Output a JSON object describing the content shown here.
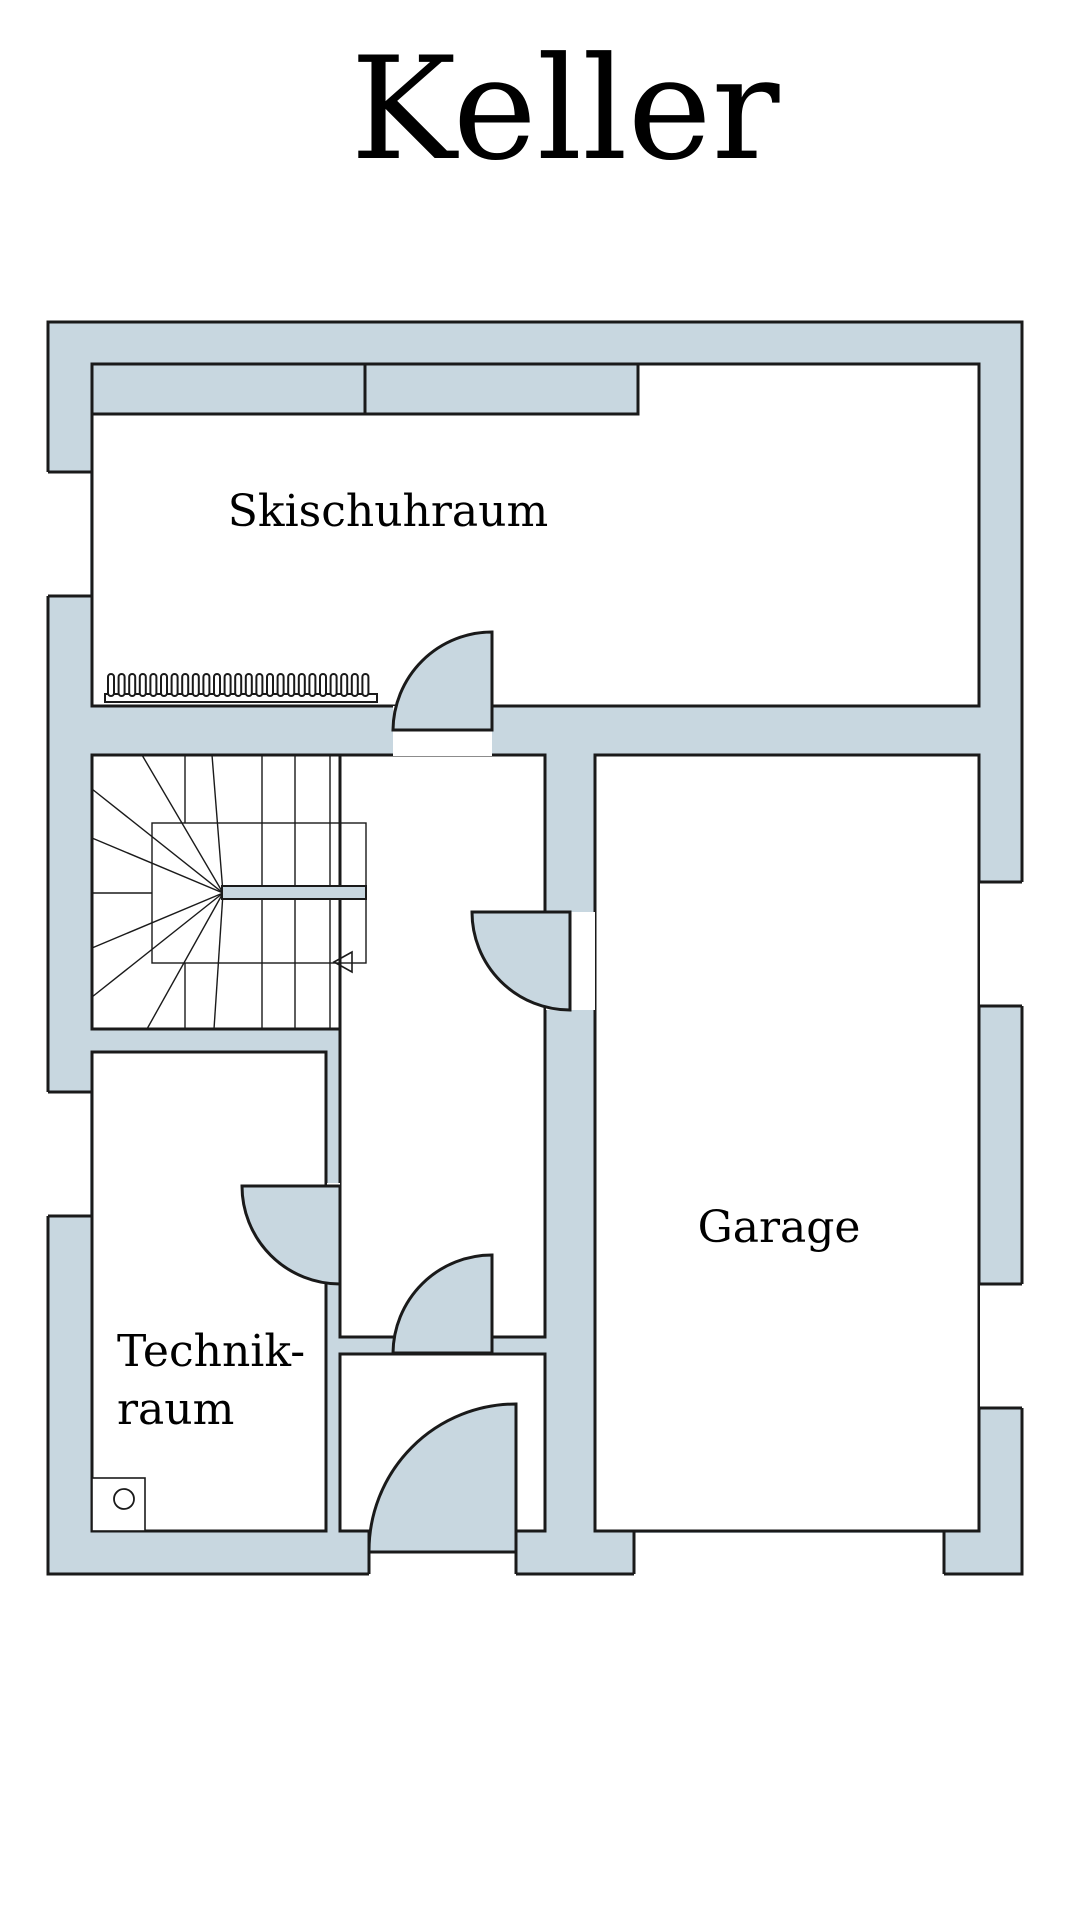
{
  "title": "Keller",
  "colors": {
    "wall": "#c8d7e0",
    "line": "#1a1a1a",
    "background": "#ffffff"
  },
  "rooms": {
    "skischuhraum": "Skischuhraum",
    "garage": "Garage",
    "technikraum_line1": "Technik-",
    "technikraum_line2": "raum"
  }
}
